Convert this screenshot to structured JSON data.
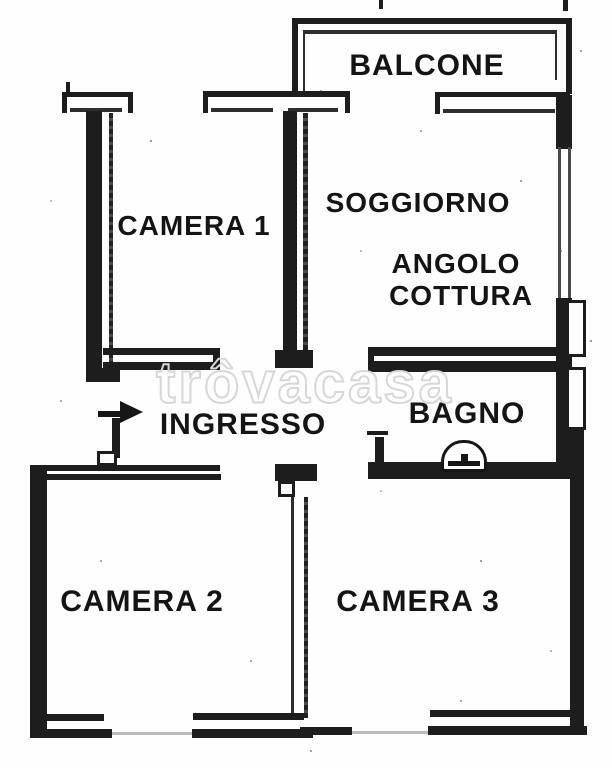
{
  "watermark": {
    "text": "trôvacasa"
  },
  "rooms": [
    {
      "id": "balcone",
      "label": "BALCONE"
    },
    {
      "id": "camera-1",
      "label": "CAMERA 1"
    },
    {
      "id": "soggiorno",
      "label": "SOGGIORNO"
    },
    {
      "id": "angolo-cottura",
      "line1": "ANGOLO",
      "line2": "COTTURA"
    },
    {
      "id": "ingresso",
      "label": "INGRESSO"
    },
    {
      "id": "bagno",
      "label": "BAGNO"
    },
    {
      "id": "camera-2",
      "label": "CAMERA 2"
    },
    {
      "id": "camera-3",
      "label": "CAMERA 3"
    }
  ],
  "icons": {
    "sink": "pedestal-sink-icon",
    "entrance": "entrance-arrow-icon"
  },
  "colors": {
    "wall": "#1d1d1d",
    "text": "#141414",
    "watermark": "#d7d7d7",
    "paper": "#fefefe"
  }
}
